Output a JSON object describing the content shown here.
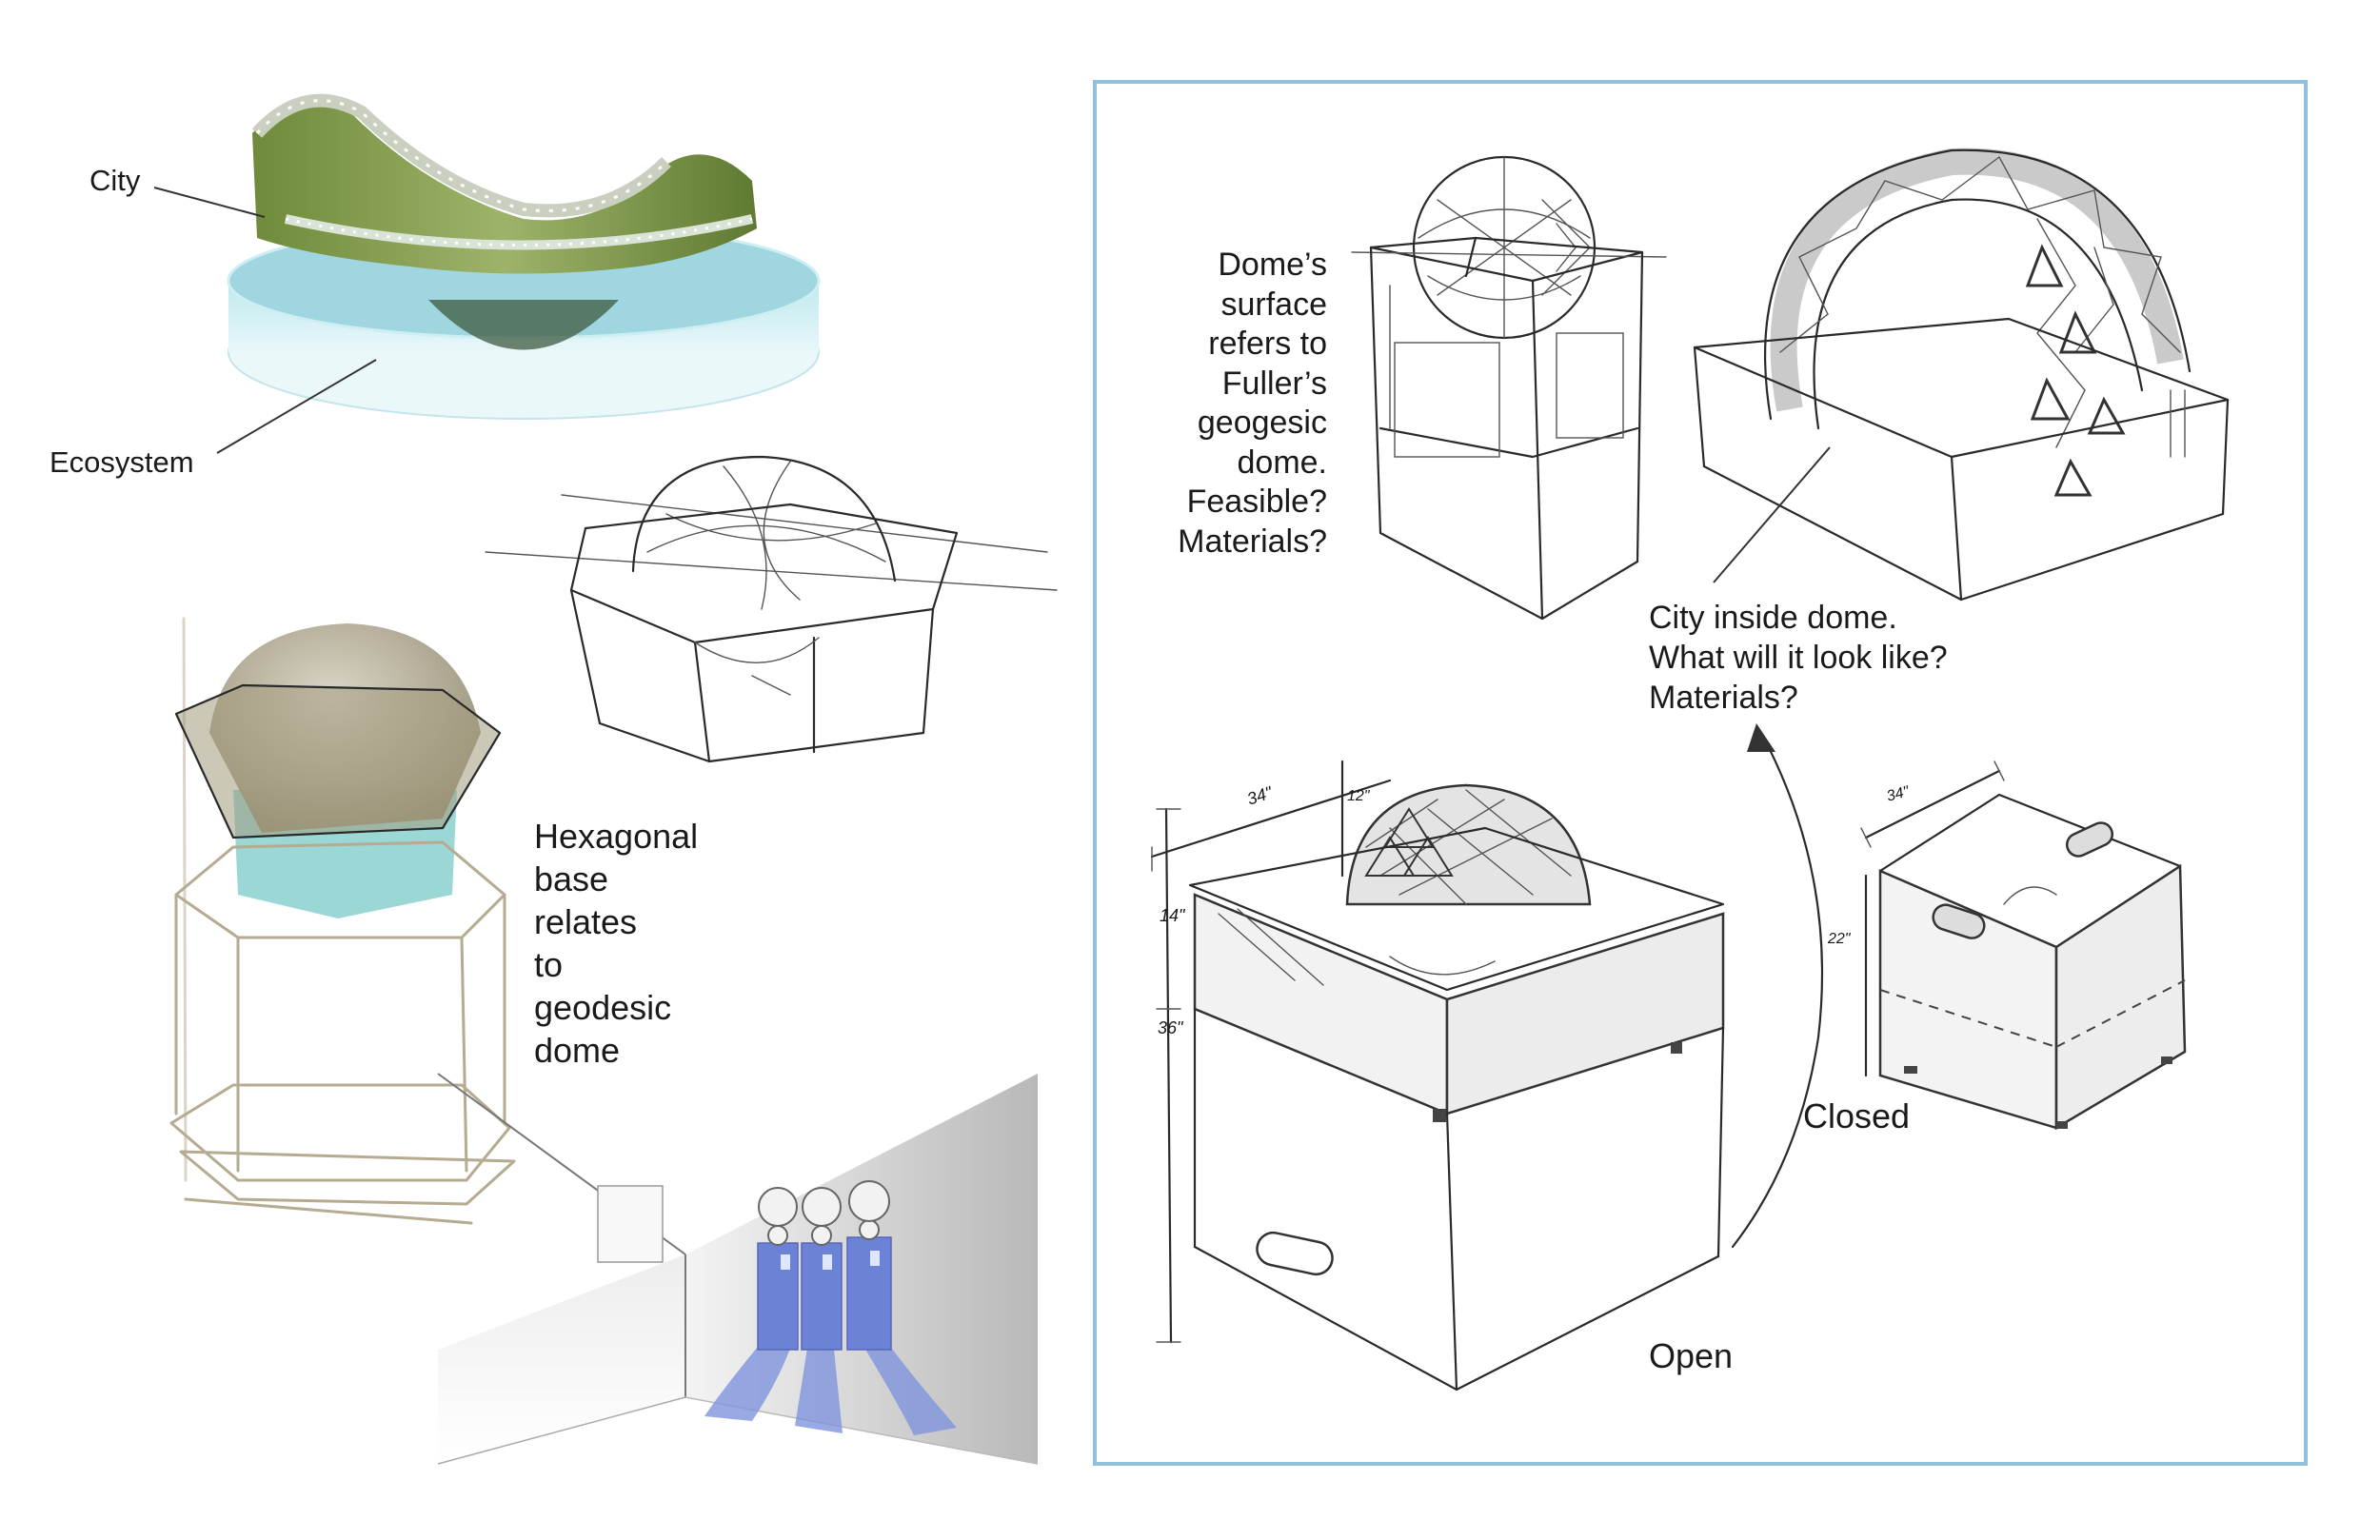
{
  "labels": {
    "city": "City",
    "ecosystem": "Ecosystem",
    "hexagonal": [
      "Hexagonal",
      "base",
      "relates",
      "to",
      "geodesic",
      "dome"
    ],
    "dome_surface": [
      "Dome’s",
      "surface",
      "refers to",
      "Fuller’s",
      "geogesic",
      "dome.",
      "Feasible?",
      "Materials?"
    ],
    "city_inside": [
      "City inside dome.",
      "What will it look like?",
      "Materials?"
    ],
    "open": "Open",
    "closed": "Closed"
  },
  "dimensions": {
    "open_width": "34\"",
    "open_dome": "12\"",
    "open_top": "14\"",
    "open_height": "36\"",
    "closed_width": "34\"",
    "closed_height": "22\""
  },
  "colors": {
    "panel_border": "#8fc1dc",
    "water": "#a8dde6",
    "dome_tan": "#9c9479",
    "dome_teal": "#8fd3d0",
    "figure_blue": "#6c82d6"
  }
}
